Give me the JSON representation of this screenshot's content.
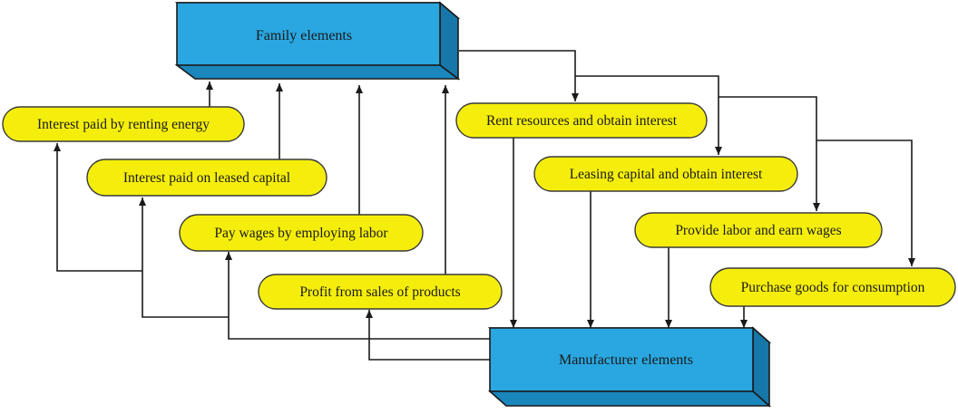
{
  "nodes": {
    "family": "Family elements",
    "manufacturer": "Manufacturer elements",
    "interest_energy": "Interest paid by renting energy",
    "interest_capital": "Interest paid on leased capital",
    "pay_wages": "Pay wages by employing labor",
    "profit_sales": "Profit from sales of products",
    "rent_resources": "Rent resources and obtain interest",
    "leasing_capital": "Leasing capital and obtain interest",
    "provide_labor": "Provide labor and earn wages",
    "purchase_goods": "Purchase goods for consumption"
  },
  "colors": {
    "box_fill": "#2aa7e0",
    "pill_fill": "#f5ee0c",
    "line": "#1a1a1a"
  }
}
